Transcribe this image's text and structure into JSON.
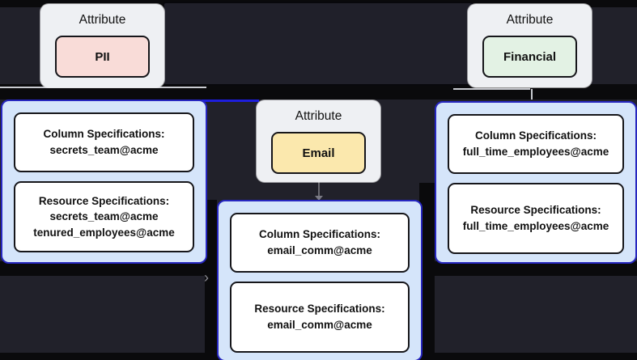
{
  "colors": {
    "background": "#21212a",
    "black_band": "#0a0a0c",
    "panel_fill": "#20202a",
    "card_fill": "#eef0f3",
    "pill_pii_fill": "#f9dcd8",
    "pill_email_fill": "#fbe8ad",
    "pill_financial_fill": "#e3f2e4",
    "cluster_fill": "#d5e5fa",
    "cluster_border": "#2727c0",
    "edge_gray": "#c9cbd1",
    "edge_dim": "#6a6a72",
    "edge_blue": "#1e1edd",
    "chevron_gray": "#8e8e96"
  },
  "attributes": [
    {
      "label": "Attribute",
      "value": "PII",
      "fill": "#f9dcd8"
    },
    {
      "label": "Attribute",
      "value": "Email",
      "fill": "#fbe8ad"
    },
    {
      "label": "Attribute",
      "value": "Financial",
      "fill": "#e3f2e4"
    }
  ],
  "clusters": [
    {
      "column_title": "Column Specifications:",
      "column_values": "secrets_team@acme",
      "resource_title": "Resource Specifications:",
      "resource_values": "secrets_team@acme\ntenured_employees@acme"
    },
    {
      "column_title": "Column Specifications:",
      "column_values": "email_comm@acme",
      "resource_title": "Resource Specifications:",
      "resource_values": "email_comm@acme"
    },
    {
      "column_title": "Column Specifications:",
      "column_values": "full_time_employees@acme",
      "resource_title": "Resource Specifications:",
      "resource_values": "full_time_employees@acme"
    }
  ],
  "decor": {
    "chevron": "›"
  }
}
